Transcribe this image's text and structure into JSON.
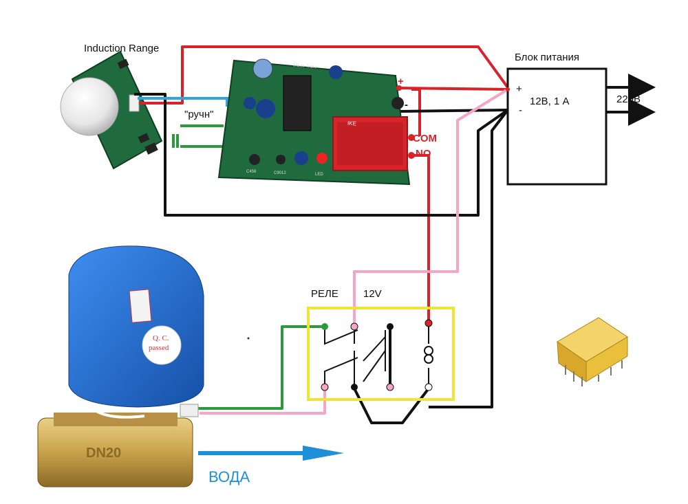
{
  "labels": {
    "induction_range": "Induction Range",
    "power_supply_title": "Блок питания",
    "psu_rating": "12В, 1 А",
    "mains": "220В",
    "plus_psu": "+",
    "minus_psu": "-",
    "plus_board": "+",
    "minus_board": "-",
    "manual": "\"ручн\"",
    "com": "COM",
    "no": "NO",
    "relay": "РЕЛЕ",
    "relay_voltage": "12V",
    "water": "ВОДА",
    "board_brand": "Maxx Troni",
    "relay_marking": "IKE",
    "qc_line1": "Q. C.",
    "qc_line2": "passed",
    "valve_size": "DN20",
    "pcb_c458": "C458",
    "pcb_c9012": "C9012",
    "pcb_led": "LED"
  },
  "colors": {
    "wire_red": "#d8232a",
    "wire_black": "#111111",
    "wire_pink": "#f4a6c4",
    "wire_green": "#2c9a3c",
    "wire_blue": "#2aa6e0",
    "frame_yellow": "#f0e436",
    "pcb_green": "#1f6b3e",
    "valve_blue": "#1f6fd0",
    "brass": "#c9a24a",
    "water_arrow": "#1e90d8"
  },
  "icons": [
    "pir-sensor-icon",
    "pcb-board-icon",
    "ball-valve-icon",
    "relay-component-icon"
  ]
}
